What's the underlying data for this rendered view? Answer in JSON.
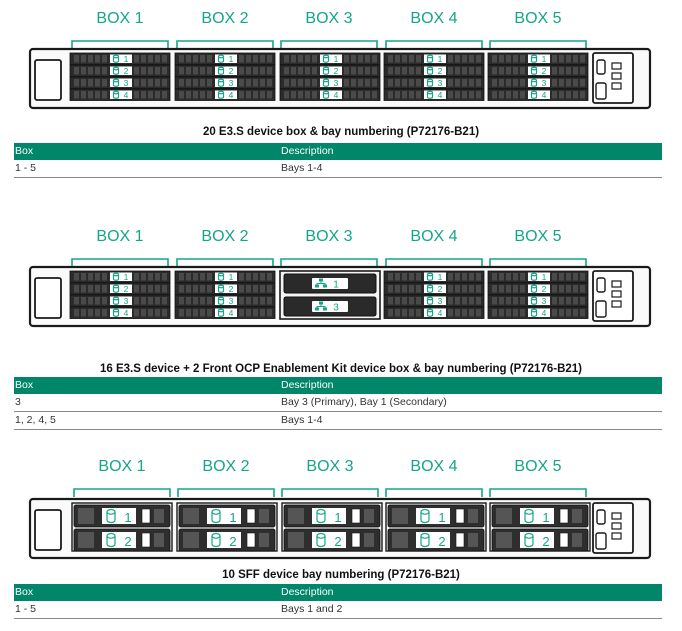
{
  "colors": {
    "accent": "#01866a",
    "bracket": "#15a58a",
    "chassis": "#1a1a1a",
    "bezel": "#3a3a3a"
  },
  "diagrams": [
    {
      "box_labels": [
        "BOX 1",
        "BOX 2",
        "BOX 3",
        "BOX 4",
        "BOX 5"
      ],
      "bay_labels": [
        "1",
        "2",
        "3",
        "4"
      ],
      "ocp_bays": [],
      "caption": "20 E3.S device box & bay numbering (P72176-B21)",
      "table": {
        "headers": [
          "Box",
          "Description"
        ],
        "rows": [
          [
            "1 - 5",
            "Bays 1-4"
          ]
        ]
      }
    },
    {
      "box_labels": [
        "BOX 1",
        "BOX 2",
        "BOX 3",
        "BOX 4",
        "BOX 5"
      ],
      "bay_labels": [
        "1",
        "2",
        "3",
        "4"
      ],
      "ocp_bays": [
        "1",
        "3"
      ],
      "caption": "16 E3.S device + 2 Front OCP Enablement Kit device box & bay numbering (P72176-B21)",
      "table": {
        "headers": [
          "Box",
          "Description"
        ],
        "rows": [
          [
            "3",
            "Bay 3 (Primary), Bay 1 (Secondary)"
          ],
          [
            "1, 2, 4, 5",
            "Bays 1-4"
          ]
        ]
      }
    },
    {
      "box_labels": [
        "BOX 1",
        "BOX 2",
        "BOX 3",
        "BOX 4",
        "BOX 5"
      ],
      "bay_labels": [
        "1",
        "2"
      ],
      "ocp_bays": [],
      "caption": "10 SFF device bay numbering (P72176-B21)",
      "table": {
        "headers": [
          "Box",
          "Description"
        ],
        "rows": [
          [
            "1 - 5",
            "Bays 1 and 2"
          ]
        ]
      }
    }
  ]
}
